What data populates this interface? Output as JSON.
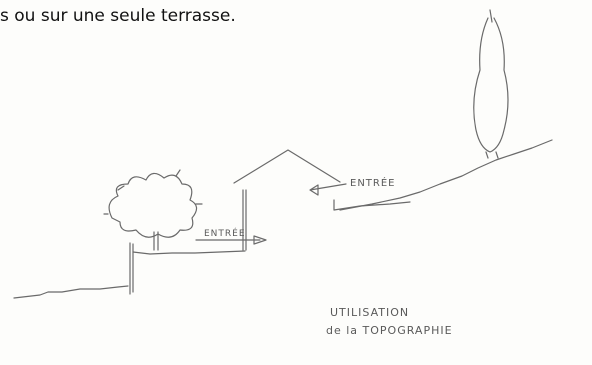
{
  "caption": "s ou sur une seule terrasse.",
  "sketch": {
    "label_entrance_upper": "ENTRÉE",
    "label_entrance_lower": "ENTRÉE",
    "title_line1": "UTILISATION",
    "title_line2": "de la TOPOGRAPHIE",
    "stroke_color": "#6a6a6a"
  }
}
